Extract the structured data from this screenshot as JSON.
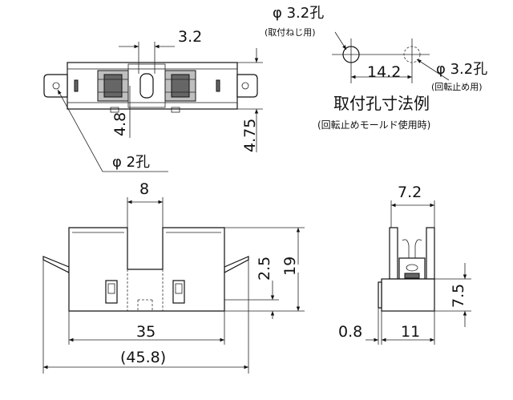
{
  "top_view": {
    "dim_width": "3.2",
    "dim_height_a": "4.8",
    "dim_height_b": "4.75",
    "hole_label": "φ 2孔"
  },
  "mounting": {
    "screw_hole_label": "φ 3.2孔",
    "screw_hole_note": "(取付ねじ用)",
    "pitch": "14.2",
    "rot_hole_label": "φ 3.2孔",
    "rot_hole_note": "(回転止め用)",
    "title": "取付孔寸法例",
    "subtitle": "(回転止めモールド使用時)"
  },
  "front_view": {
    "dim_slot": "8",
    "dim_step": "2.5",
    "dim_height": "19",
    "dim_width": "35",
    "dim_overall": "(45.8)"
  },
  "side_view": {
    "dim_top": "7.2",
    "dim_height": "7.5",
    "dim_flange": "0.8",
    "dim_depth": "11"
  }
}
